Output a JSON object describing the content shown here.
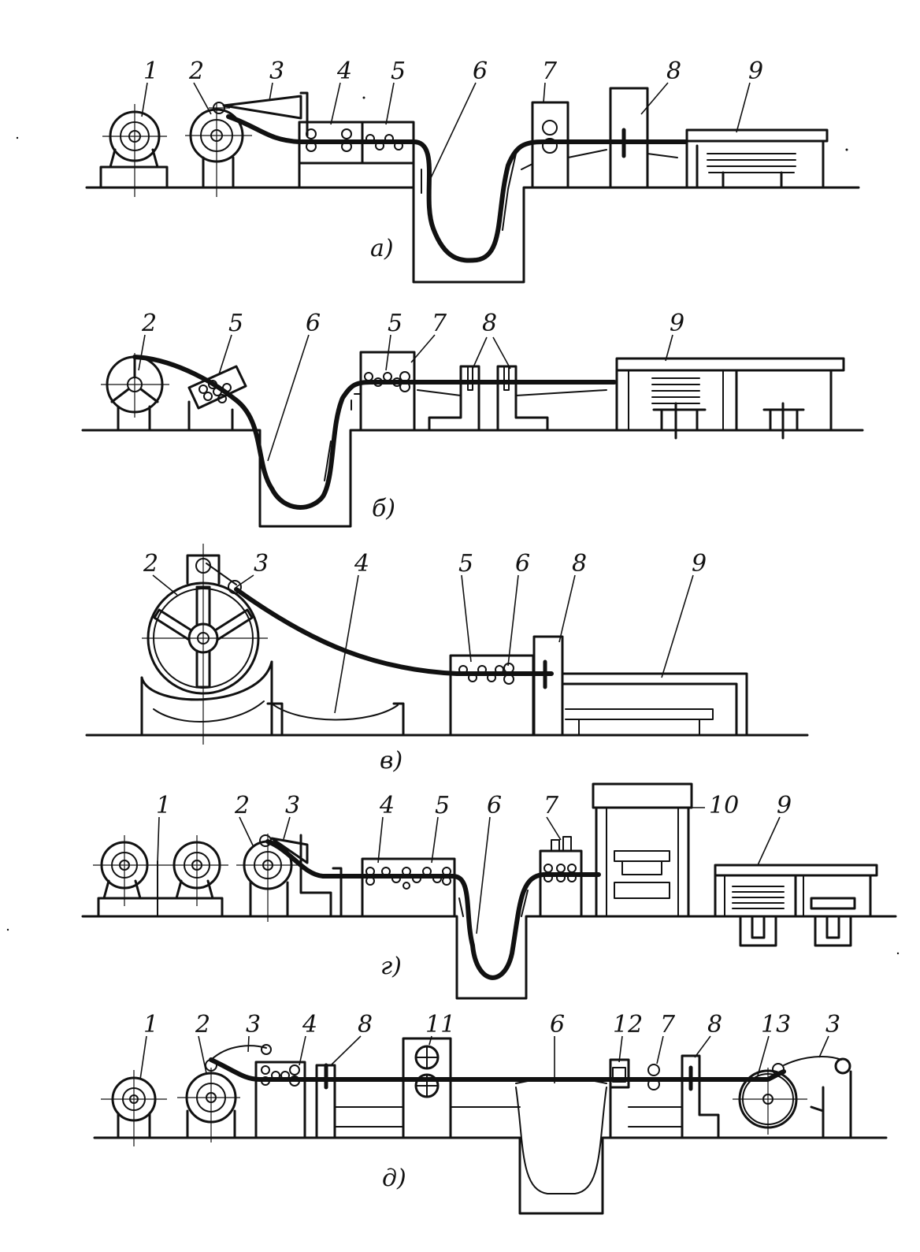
{
  "panels": [
    {
      "caption": "а)",
      "labels": [
        "1",
        "2",
        "3",
        "4",
        "5",
        "6",
        "7",
        "8",
        "9"
      ]
    },
    {
      "caption": "б)",
      "labels": [
        "2",
        "5",
        "6",
        "5",
        "7",
        "8",
        "9"
      ]
    },
    {
      "caption": "в)",
      "labels": [
        "2",
        "3",
        "4",
        "5",
        "6",
        "8",
        "9"
      ]
    },
    {
      "caption": "г)",
      "labels": [
        "1",
        "2",
        "3",
        "4",
        "5",
        "6",
        "7",
        "10",
        "9"
      ]
    },
    {
      "caption": "д)",
      "labels": [
        "1",
        "2",
        "3",
        "4",
        "8",
        "11",
        "6",
        "12",
        "7",
        "8",
        "13",
        "3"
      ]
    }
  ]
}
